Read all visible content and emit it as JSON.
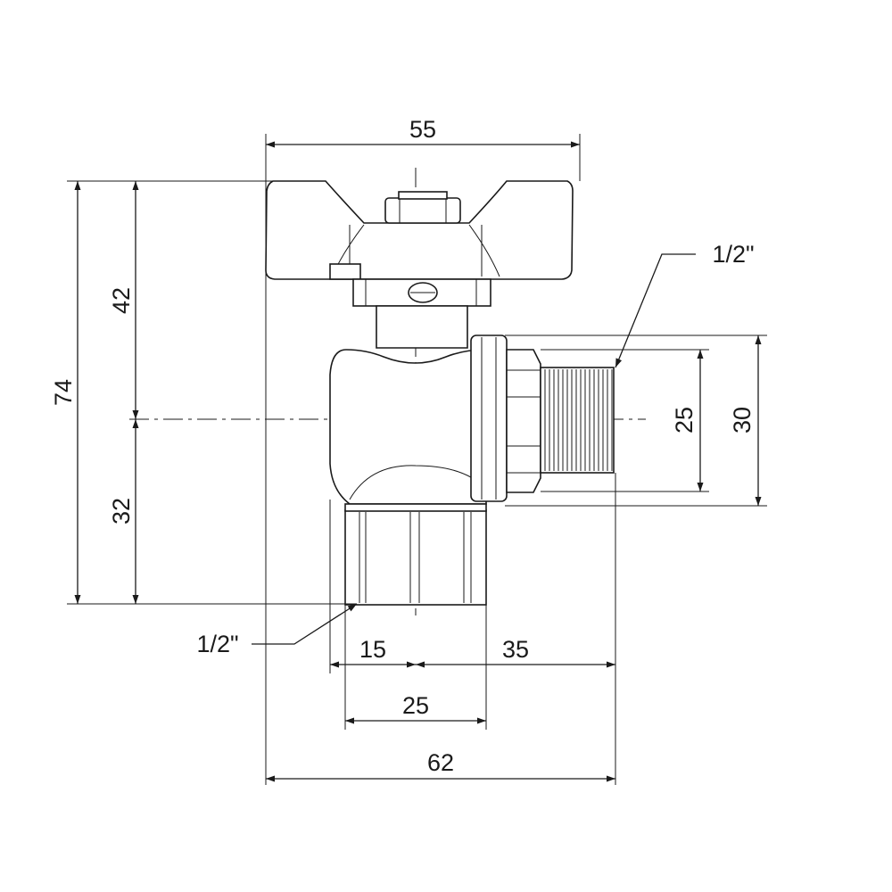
{
  "dimensions": {
    "top_width": "55",
    "total_height": "74",
    "upper_height": "42",
    "lower_height": "32",
    "outlet_inner": "25",
    "outlet_outer": "30",
    "offset_left": "15",
    "offset_right": "35",
    "inlet_width": "25",
    "total_width": "62"
  },
  "threads": {
    "outlet_thread": "1/2\"",
    "inlet_thread": "1/2\""
  }
}
